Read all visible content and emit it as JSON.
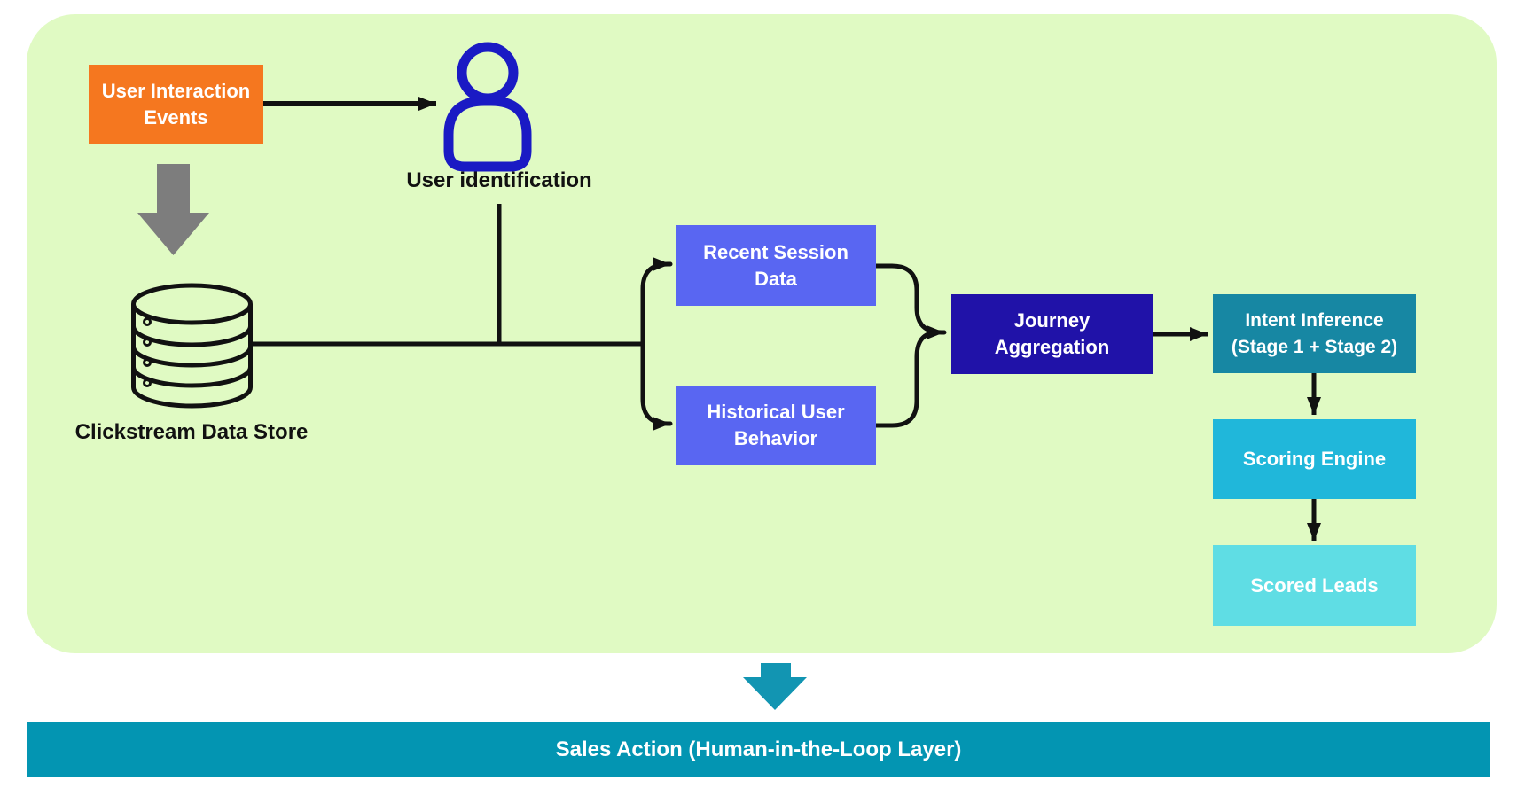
{
  "diagram": {
    "background_color": "#E0FAC3",
    "line_color": "#111111",
    "nodes": {
      "user_interaction_events": {
        "label": "User Interaction Events",
        "color": "#F5771F",
        "text_color": "#FFFFFF"
      },
      "user_identification": {
        "label": "User identification",
        "icon": "person-icon",
        "icon_color": "#1A1AC4"
      },
      "clickstream_data_store": {
        "label": "Clickstream Data Store",
        "icon": "database-icon",
        "icon_color": "#111111"
      },
      "recent_session_data": {
        "label": "Recent Session Data",
        "color": "#5966F2"
      },
      "historical_user_behavior": {
        "label": "Historical User Behavior",
        "color": "#5966F2"
      },
      "journey_aggregation": {
        "label": "Journey Aggregation",
        "color": "#2012A8"
      },
      "intent_inference": {
        "label": "Intent Inference (Stage 1 + Stage 2)",
        "color": "#1787A3"
      },
      "scoring_engine": {
        "label": "Scoring Engine",
        "color": "#20B7DA"
      },
      "scored_leads": {
        "label": "Scored Leads",
        "color": "#5FDDE4"
      }
    },
    "banner": {
      "label": "Sales Action (Human-in-the-Loop Layer)",
      "color": "#0395B2"
    },
    "icons": {
      "gray_down_arrow_color": "#7D7D7D",
      "teal_down_arrow_color": "#1295B2"
    }
  }
}
